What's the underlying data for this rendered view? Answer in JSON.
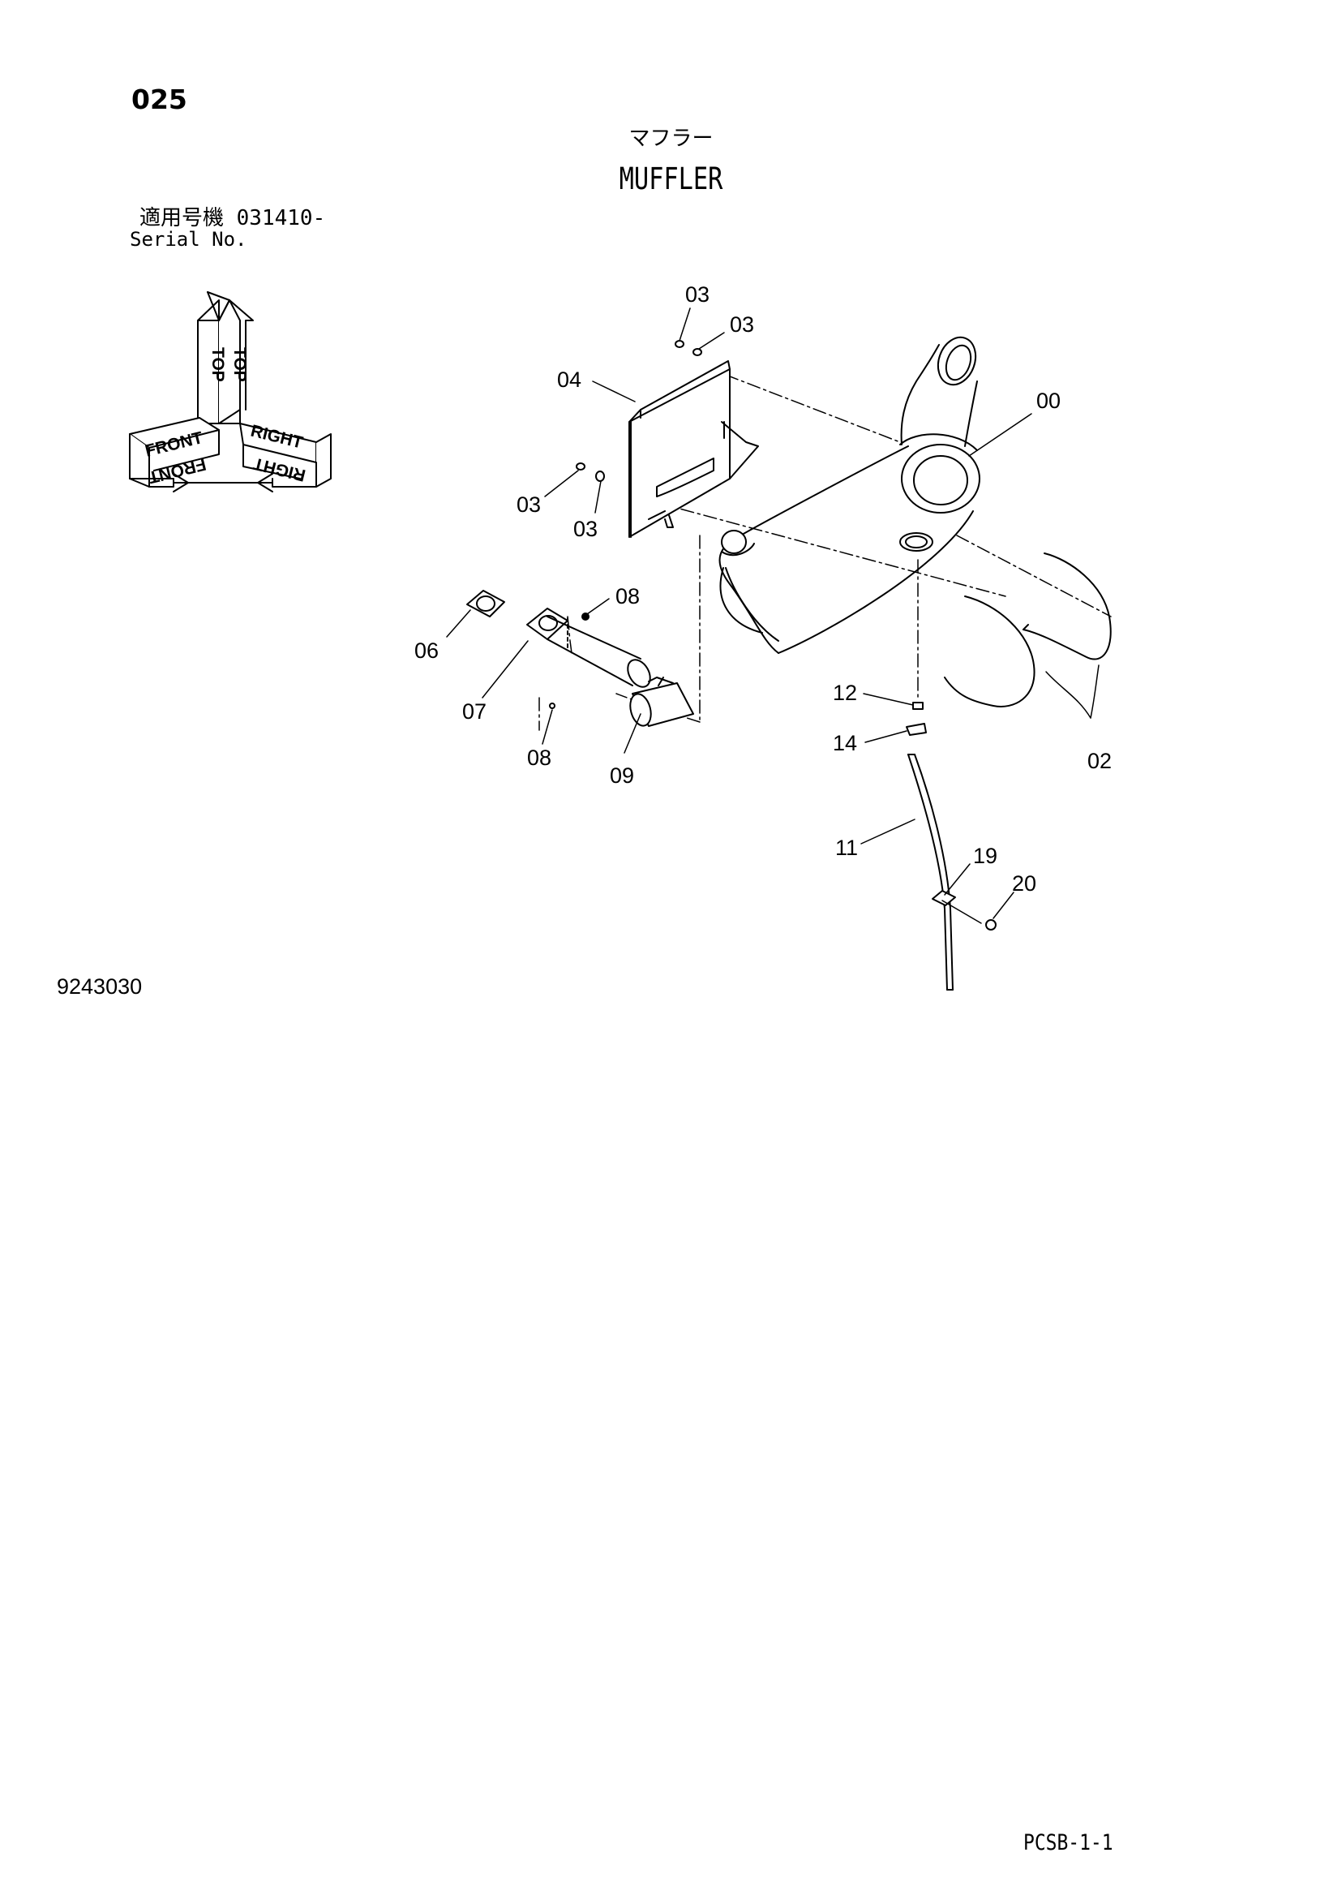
{
  "header": {
    "page_number": "025",
    "title_jp": "マフラー",
    "title_en": "MUFFLER",
    "serial_label_jp": "適用号機  031410-",
    "serial_label_en": "Serial No."
  },
  "orientation_indicator": {
    "top": "TOP",
    "front": "FRONT",
    "right": "RIGHT"
  },
  "callouts": {
    "c00": "00",
    "c02": "02",
    "c03a": "03",
    "c03b": "03",
    "c03c": "03",
    "c03d": "03",
    "c04": "04",
    "c06": "06",
    "c07": "07",
    "c08a": "08",
    "c08b": "08",
    "c09": "09",
    "c11": "11",
    "c12": "12",
    "c14": "14",
    "c19": "19",
    "c20": "20"
  },
  "footer": {
    "drawing_number": "9243030",
    "page_code": "PCSB-1-1"
  }
}
